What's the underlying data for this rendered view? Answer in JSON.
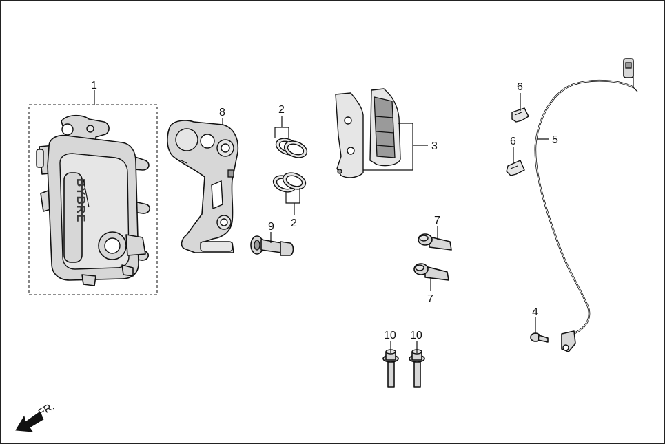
{
  "callouts": {
    "c1": "1",
    "c2a": "2",
    "c2b": "2",
    "c3": "3",
    "c4": "4",
    "c5": "5",
    "c6a": "6",
    "c6b": "6",
    "c7a": "7",
    "c7b": "7",
    "c8": "8",
    "c9": "9",
    "c10a": "10",
    "c10b": "10"
  },
  "caliper_brand": "BYBRE",
  "direction_label": "FR.",
  "colors": {
    "line": "#111111",
    "part_fill": "#d7d7d7",
    "background": "#ffffff"
  }
}
